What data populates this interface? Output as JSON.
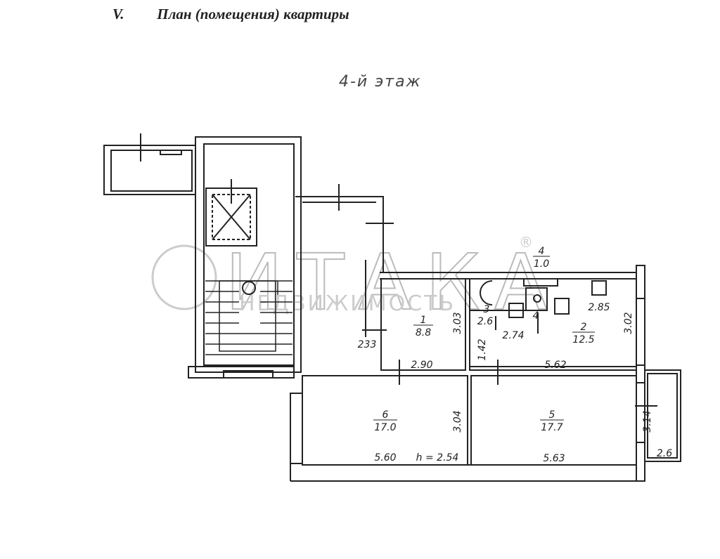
{
  "header": {
    "section_number": "V.",
    "title": "План (помещения) квартиры"
  },
  "floor_label": "4-й этаж",
  "watermark": {
    "brand": "ИТАКА",
    "registered": "®",
    "subtitle": "НЕДВИЖИМОСТЬ"
  },
  "rooms": [
    {
      "number": "1",
      "area": "8.8",
      "width": "2.90",
      "depth": "3.03"
    },
    {
      "number": "2",
      "area": "12.5",
      "width": "5.62",
      "depth": "3.02",
      "extra": "2.85"
    },
    {
      "number": "3",
      "area": "2.6",
      "width": "2.74",
      "depth": "1.42"
    },
    {
      "number": "4",
      "area": "1.0"
    },
    {
      "number": "5",
      "area": "17.7",
      "width": "5.63",
      "depth": "3.14"
    },
    {
      "number": "6",
      "area": "17.0",
      "width": "5.60",
      "depth": "3.04",
      "height": "h = 2.54"
    }
  ],
  "other_dims": {
    "corridor": "233",
    "balcony": "2.6"
  }
}
